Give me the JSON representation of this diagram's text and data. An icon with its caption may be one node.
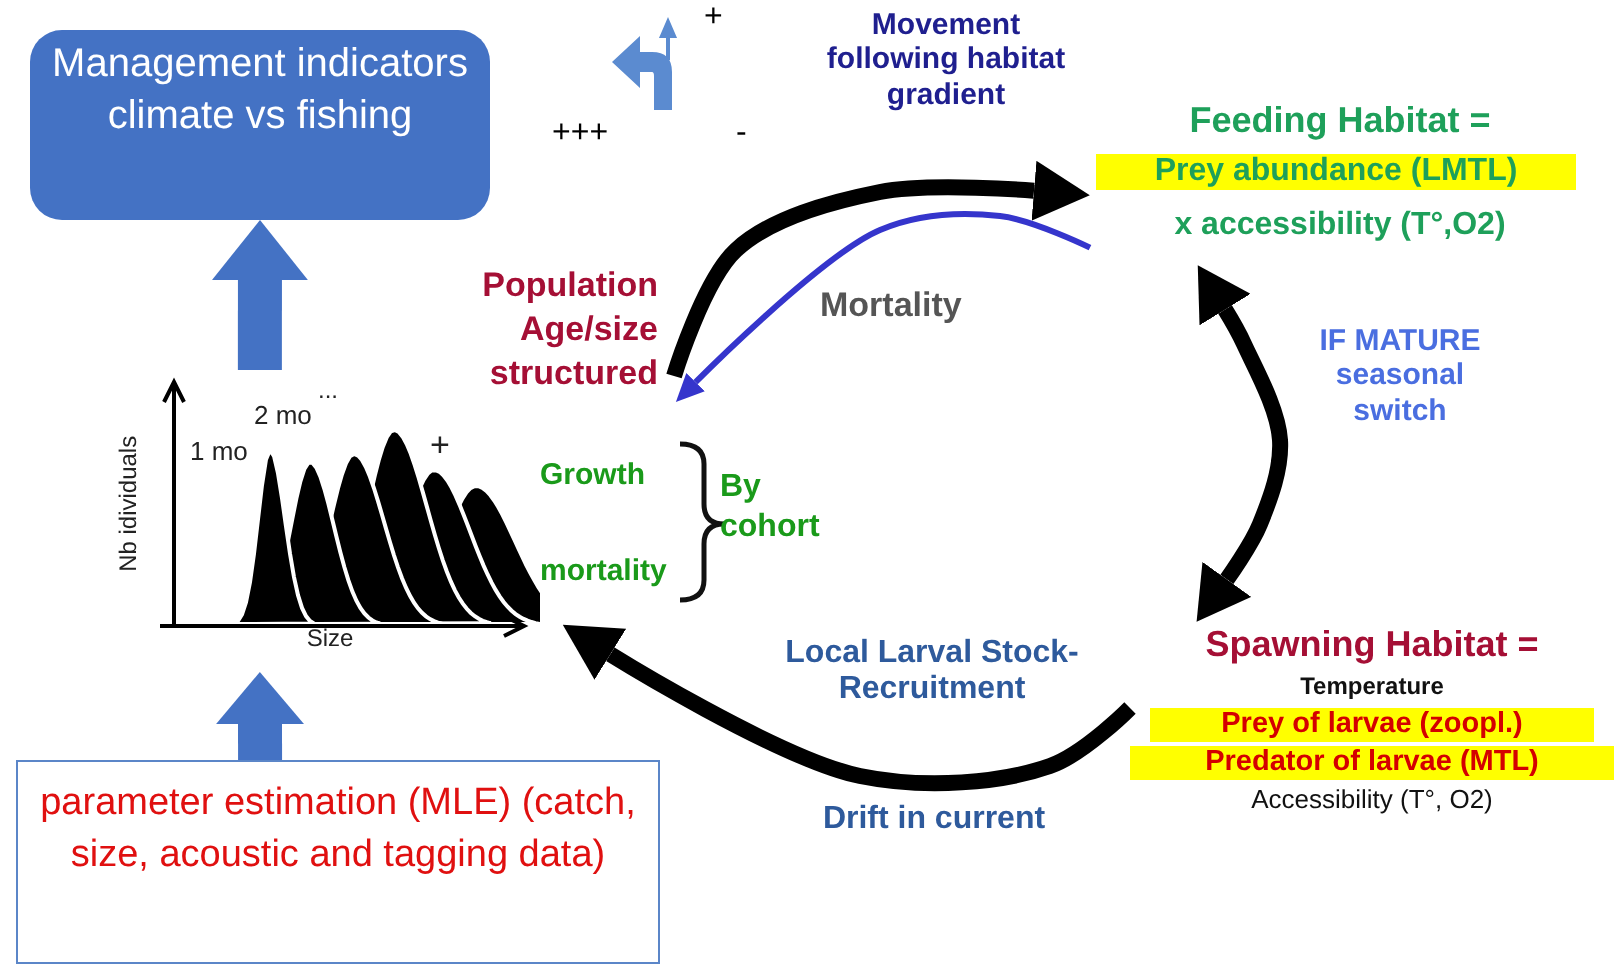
{
  "diagram": {
    "nodes": [
      {
        "text": [
          "Management indicators climate vs fishing"
        ]
      },
      {
        "text": [
          "1 mo",
          "2 mo",
          "...",
          "+",
          "Nb idividuals",
          "Size"
        ]
      },
      {
        "text": [
          "parameter estimation (MLE) (catch, size, acoustic and tagging data)"
        ]
      },
      {
        "text": [
          "Population Age/size structured"
        ]
      },
      {
        "text": [
          "Feeding Habitat =",
          "Prey abundance (LMTL)",
          "x accessibility (T°,O2)"
        ]
      },
      {
        "text": [
          "Spawning Habitat  =",
          "Temperature",
          "Prey of larvae **(zoopl.)**",
          "Predator of larvae  **(MTL)**",
          "Accessibility (T°, O2)"
        ]
      }
    ],
    "edges": [
      {
        "from": 1,
        "to": 0,
        "arrow": "to",
        "style": "thick",
        "color": "#4472c4"
      },
      {
        "from": 2,
        "to": 1,
        "arrow": "to",
        "style": "thick",
        "color": "#4472c4"
      },
      {
        "from": 3,
        "to": 4,
        "arrow": "to",
        "label": "Movement following habitat gradient"
      },
      {
        "from": 4,
        "to": 3,
        "arrow": "to",
        "color": "#3535cc",
        "label": "Mortality"
      },
      {
        "from": 5,
        "to": 4,
        "arrow": "both",
        "label": "IF MATURE seasonal switch"
      },
      {
        "from": 5,
        "to": 1,
        "arrow": "to",
        "label": "Local Larval Stock-Recruitment"
      }
    ],
    "labels": [
      "+++",
      "+",
      "-",
      "Growth",
      "mortality",
      "By cohort",
      "Drift in current"
    ]
  }
}
